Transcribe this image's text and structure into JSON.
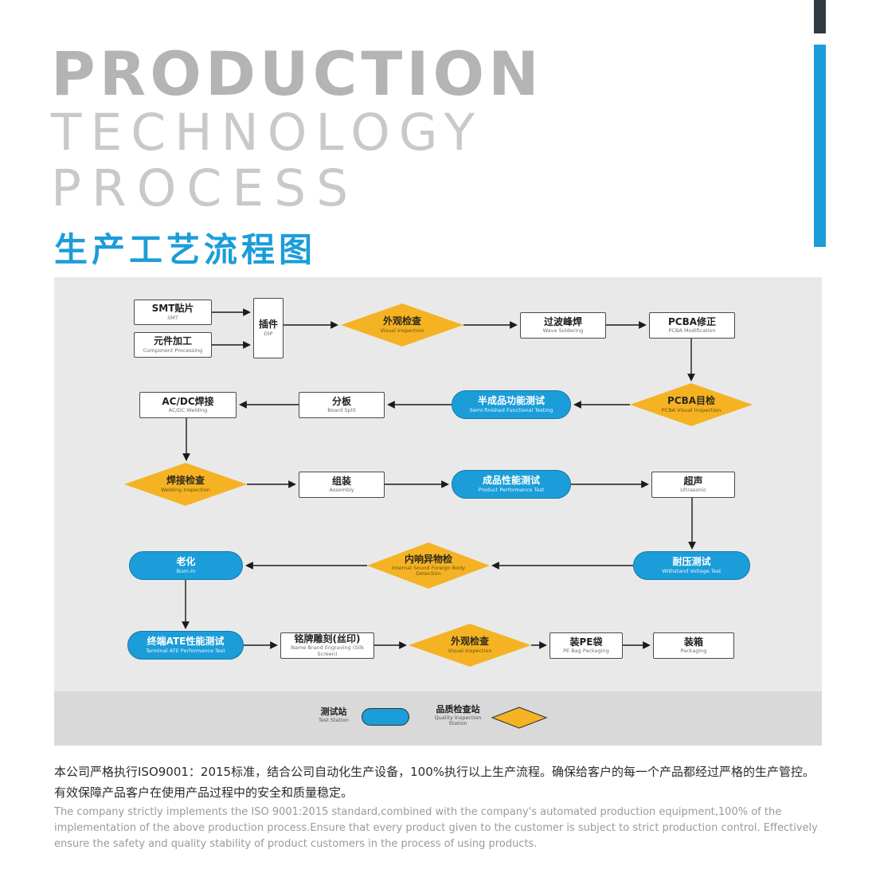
{
  "header": {
    "title_line1": "PRODUCTION",
    "title_line2": "TECHNOLOGY",
    "title_line3": "PROCESS",
    "subtitle_zh": "生产工艺流程图"
  },
  "flow": {
    "nodes": [
      {
        "type": "box",
        "zh": "SMT贴片",
        "en": "SMT"
      },
      {
        "type": "box",
        "zh": "元件加工",
        "en": "Component Processing"
      },
      {
        "type": "box",
        "zh": "插件",
        "en": "DIP"
      },
      {
        "type": "diamond",
        "zh": "外观检查",
        "en": "Visual Inspection"
      },
      {
        "type": "box",
        "zh": "过波峰焊",
        "en": "Wave Soldering"
      },
      {
        "type": "box",
        "zh": "PCBA修正",
        "en": "PCBA Modification"
      },
      {
        "type": "diamond",
        "zh": "PCBA目检",
        "en": "PCBA Visual Inspection"
      },
      {
        "type": "pill",
        "zh": "半成品功能测试",
        "en": "Semi-finished Functional Testing"
      },
      {
        "type": "box",
        "zh": "分板",
        "en": "Board Split"
      },
      {
        "type": "box",
        "zh": "AC/DC焊接",
        "en": "AC/DC Welding"
      },
      {
        "type": "diamond",
        "zh": "焊接检查",
        "en": "Welding Inspection"
      },
      {
        "type": "box",
        "zh": "组装",
        "en": "Assembly"
      },
      {
        "type": "pill",
        "zh": "成品性能测试",
        "en": "Product Performance Test"
      },
      {
        "type": "box",
        "zh": "超声",
        "en": "Ultrasonic"
      },
      {
        "type": "pill",
        "zh": "耐压测试",
        "en": "Withstand Voltage Test"
      },
      {
        "type": "diamond",
        "zh": "内响异物检",
        "en": "Internal Sound Foreign Body Detection"
      },
      {
        "type": "pill",
        "zh": "老化",
        "en": "Burn-In"
      },
      {
        "type": "pill",
        "zh": "终端ATE性能测试",
        "en": "Terminal ATE Performance Test"
      },
      {
        "type": "box",
        "zh": "铭牌雕刻(丝印)",
        "en": "Name Brand Engraving (Silk Screen)"
      },
      {
        "type": "diamond",
        "zh": "外观检查",
        "en": "Visual Inspection"
      },
      {
        "type": "box",
        "zh": "装PE袋",
        "en": "PE Bag Packaging"
      },
      {
        "type": "box",
        "zh": "装箱",
        "en": "Packaging"
      }
    ],
    "legend": {
      "test_station": {
        "zh": "测试站",
        "en": "Test Station"
      },
      "quality_station": {
        "zh": "品质检查站",
        "en": "Quality Inspection Station"
      }
    }
  },
  "footer": {
    "zh": "本公司严格执行ISO9001：2015标准，结合公司自动化生产设备，100%执行以上生产流程。确保给客户的每一个产品都经过严格的生产管控。有效保障产品客户在使用产品过程中的安全和质量稳定。",
    "en": "The company strictly implements the ISO 9001:2015 standard,combined with the company's automated production equipment,100% of the implementation of the above production process.Ensure that every product given to the customer is subject to strict production control. Effectively ensure the safety and quality stability of product customers in the process of using products."
  },
  "colors": {
    "accent_blue": "#1b9dd9",
    "node_blue": "#1b9dd9",
    "diamond_yellow": "#f5b324",
    "panel_gray": "#e9e9e9",
    "legend_gray": "#d9d9d9"
  }
}
